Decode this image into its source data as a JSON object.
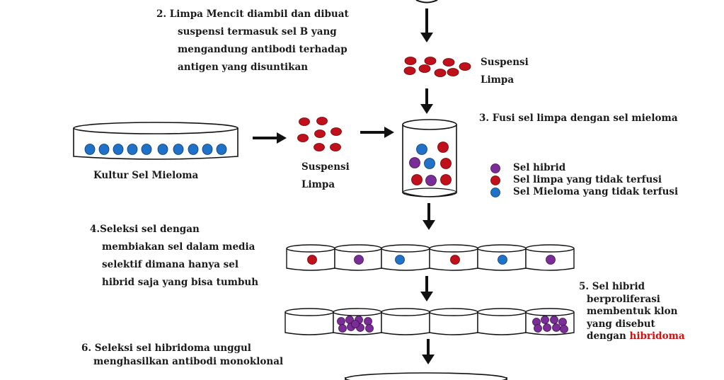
{
  "colors": {
    "red_cell": "#c0101c",
    "blue_cell": "#1f72c8",
    "purple_cell": "#7a2d96",
    "highlight_text": "#d01010"
  },
  "step2": {
    "lines": [
      "2.  Limpa Mencit diambil dan dibuat",
      "suspensi termasuk sel B yang",
      "mengandung antibodi terhadap",
      "antigen yang disuntikan"
    ]
  },
  "suspensi_top": {
    "line1": "Suspensi",
    "line2": "Limpa"
  },
  "step3": {
    "label": "3. Fusi sel limpa dengan sel mieloma"
  },
  "kultur": {
    "label": "Kultur Sel Mieloma"
  },
  "suspensi_mid": {
    "line1": "Suspensi",
    "line2": "Limpa"
  },
  "legend": [
    {
      "label": "Sel hibrid",
      "color": "purple"
    },
    {
      "label": "Sel limpa yang tidak terfusi",
      "color": "red"
    },
    {
      "label": "Sel Mieloma yang tidak terfusi",
      "color": "blue"
    }
  ],
  "step4": {
    "lines": [
      "4.Seleksi sel dengan",
      "membiakan sel dalam media",
      "selektif dimana hanya sel",
      "hibrid saja yang bisa tumbuh"
    ]
  },
  "step5": {
    "lines": [
      "5. Sel hibrid",
      "berproliferasi",
      "membentuk klon",
      "yang disebut"
    ],
    "last_prefix": "dengan ",
    "highlight": "hibridoma"
  },
  "step6": {
    "lines": [
      "6. Seleksi sel hibridoma unggul",
      "menghasilkan antibodi monoklonal"
    ]
  }
}
